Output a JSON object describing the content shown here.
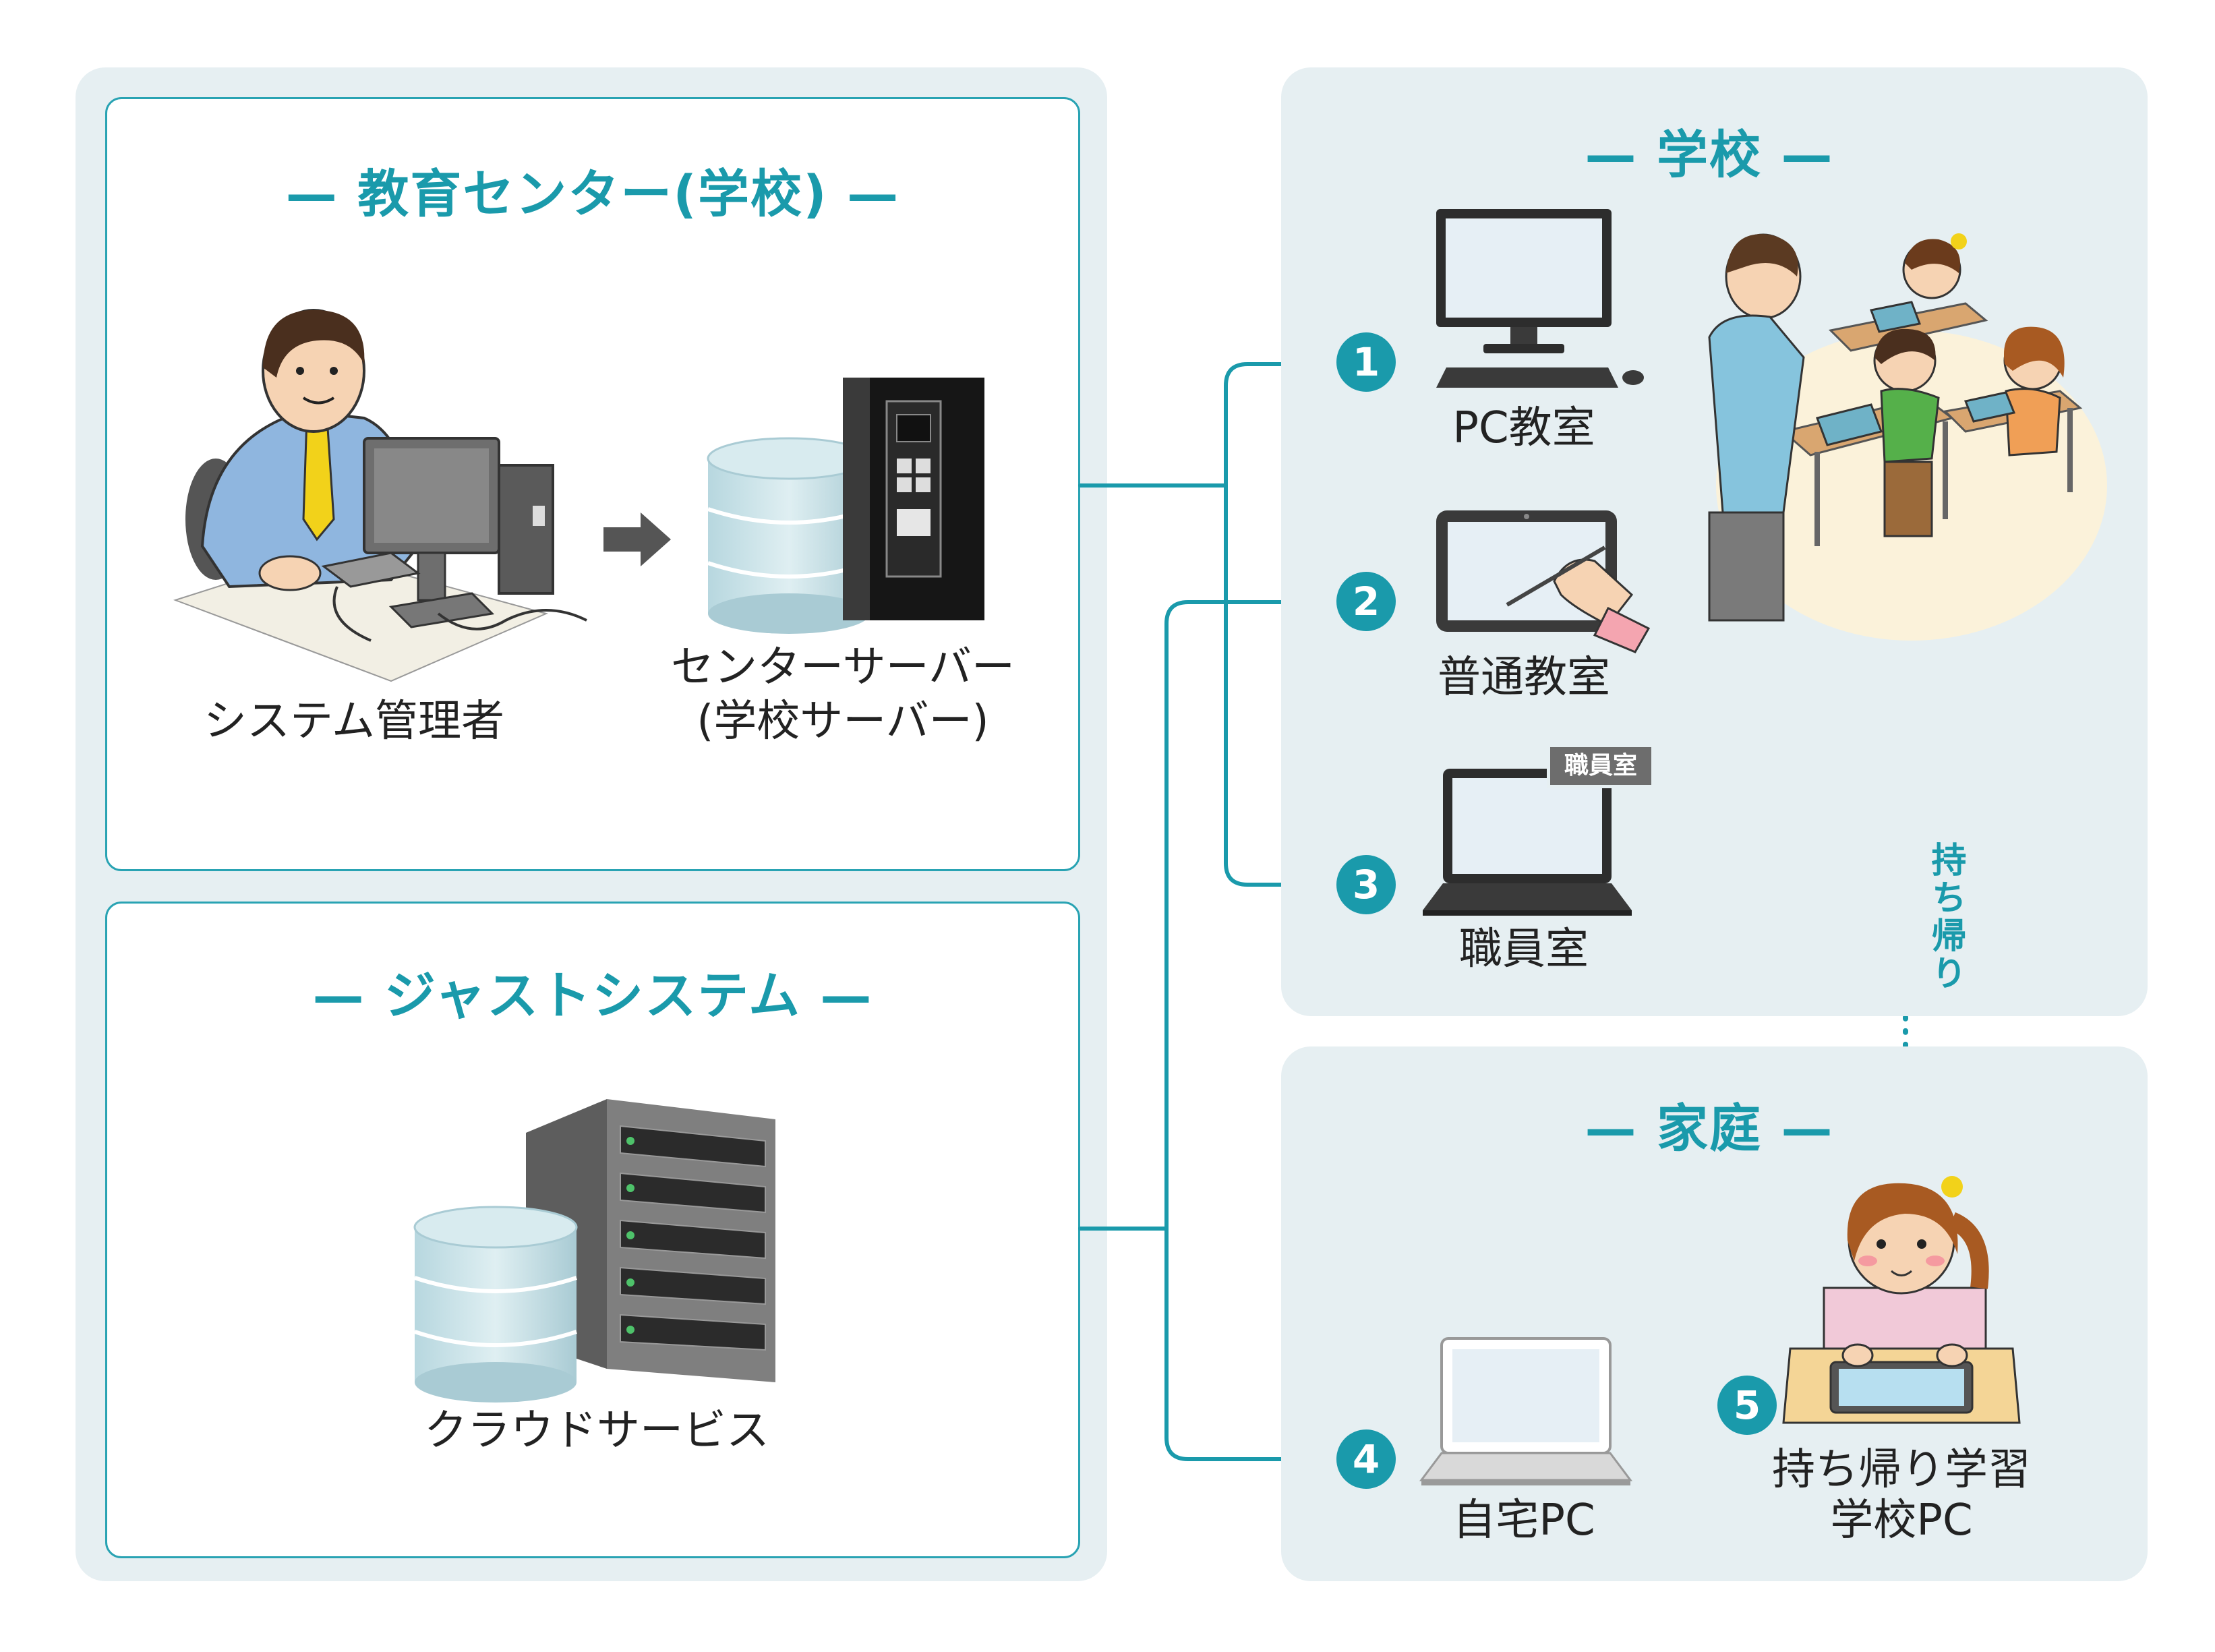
{
  "education_center": {
    "title": "— 教育センター(学校) —",
    "admin_label": "システム管理者",
    "server_label_line1": "センターサーバー",
    "server_label_line2": "(学校サーバー)"
  },
  "justsystem": {
    "title": "— ジャストシステム —",
    "cloud_label": "クラウドサービス"
  },
  "school": {
    "title": "— 学校 —",
    "items": [
      {
        "number": "1",
        "label": "PC教室"
      },
      {
        "number": "2",
        "label": "普通教室"
      },
      {
        "number": "3",
        "label": "職員室"
      }
    ],
    "staff_room_sign": "職員室",
    "take_home_label": "持ち帰り"
  },
  "home": {
    "title": "— 家庭 —",
    "items": [
      {
        "number": "4",
        "label": "自宅PC"
      },
      {
        "number": "5",
        "label_line1": "持ち帰り学習",
        "label_line2": "学校PC"
      }
    ]
  },
  "colors": {
    "accent": "#1a9aab",
    "panel_bg": "#e6eff2",
    "card_border": "#29a3b3"
  },
  "icons": [
    "admin-person-icon",
    "arrow-right-icon",
    "database-icon",
    "server-icon",
    "server-rack-icon",
    "desktop-pc-icon",
    "tablet-icon",
    "laptop-icon",
    "classroom-illustration-icon",
    "student-tablet-icon"
  ]
}
